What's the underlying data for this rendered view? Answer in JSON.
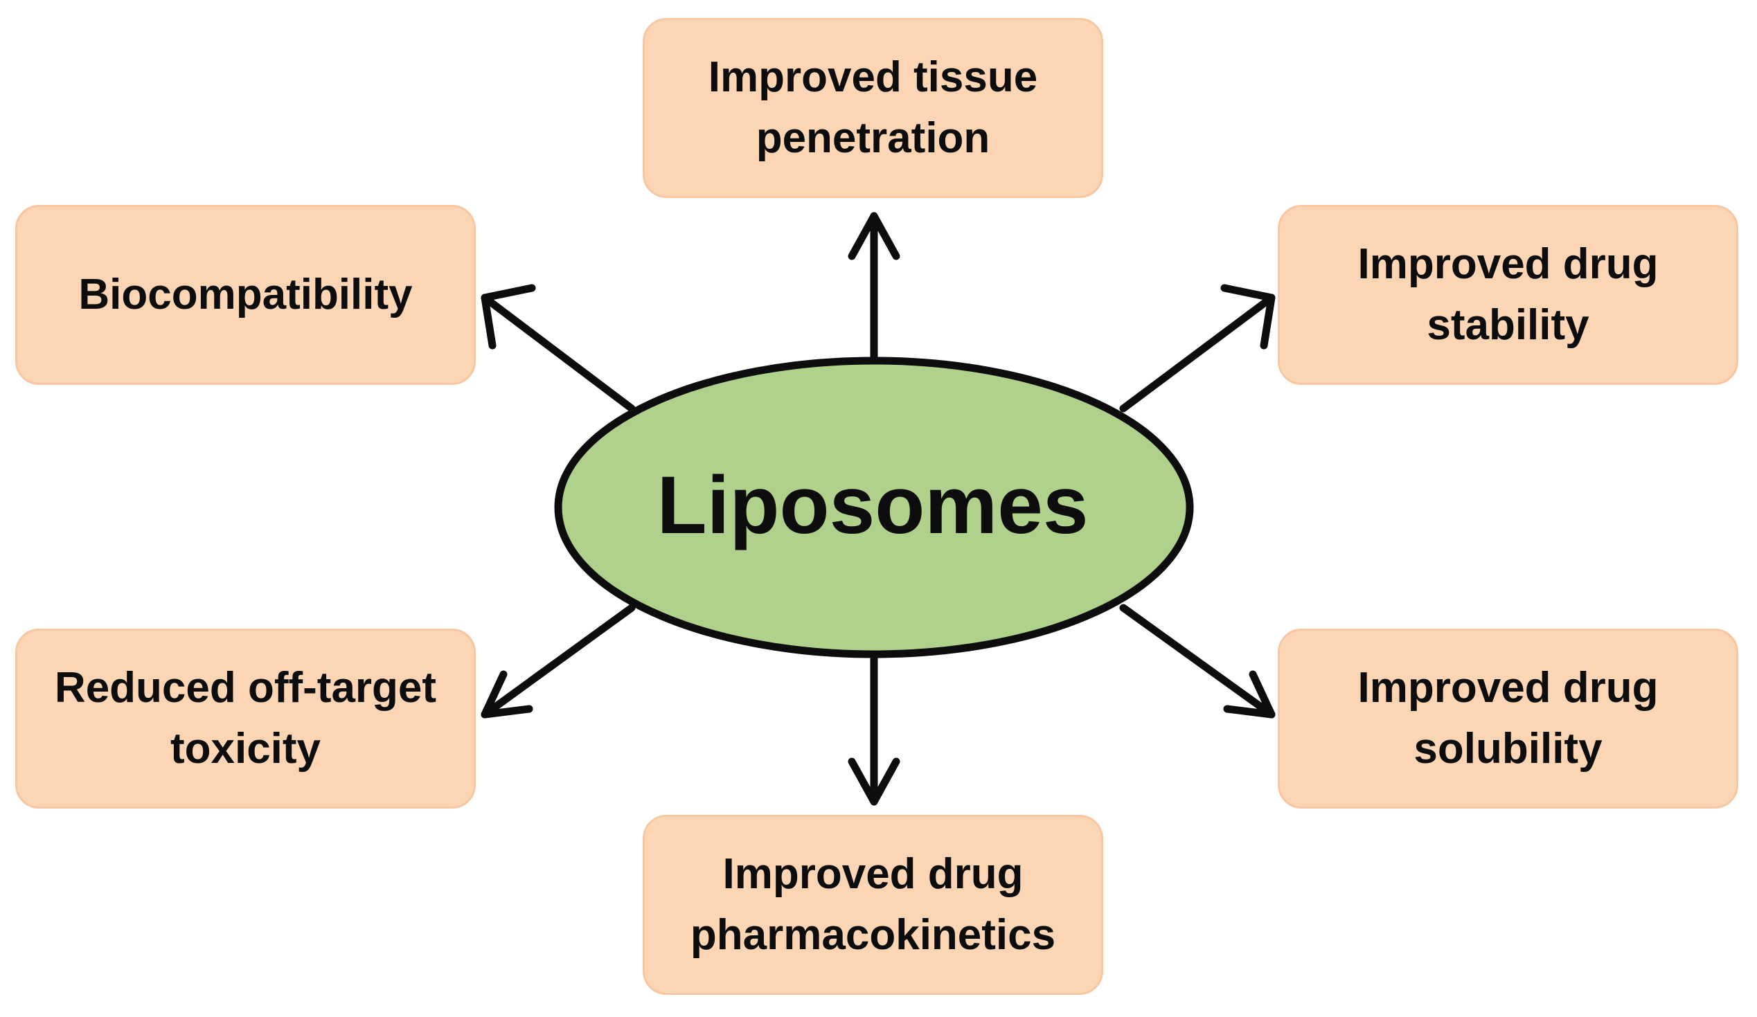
{
  "center": {
    "label": "Liposomes",
    "fill_color": "#b0d18c",
    "stroke_color": "#0d0d0d"
  },
  "boxes": {
    "top": "Improved tissue penetration",
    "upper_left": "Biocompatibility",
    "upper_right": "Improved drug stability",
    "lower_left": "Reduced off-target toxicity",
    "lower_right": "Improved drug solubility",
    "bottom": "Improved drug pharmacokinetics"
  },
  "colors": {
    "box_fill": "#fcd5b4",
    "arrow": "#0d0d0d",
    "text": "#0d0d0d"
  }
}
